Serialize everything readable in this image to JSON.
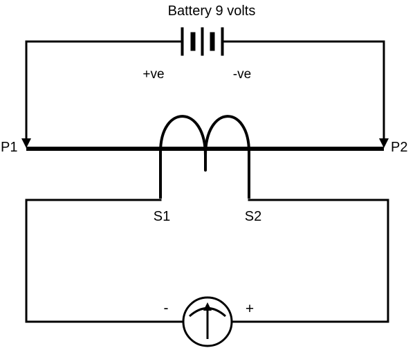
{
  "labels": {
    "battery": "Battery 9 volts",
    "battery_positive": "+ve",
    "battery_negative": "-ve",
    "primary_left": "P1",
    "primary_right": "P2",
    "secondary_left": "S1",
    "secondary_right": "S2",
    "meter_negative": "-",
    "meter_positive": "+"
  },
  "colors": {
    "line": "#000000",
    "background": "#ffffff"
  }
}
